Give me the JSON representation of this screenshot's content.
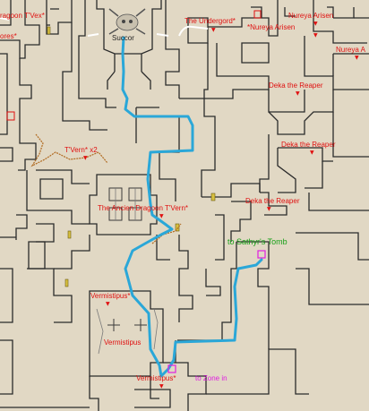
{
  "colors": {
    "background": "#e1d8c4",
    "wall": "#2b2b2b",
    "route": "#2aa7d8",
    "npc_label": "#e01010",
    "destination_label": "#18a018",
    "zone_in_label": "#e020e0",
    "rocky_path": "#b06a20"
  },
  "labels": {
    "dragoon_tvex": "ragoon T'Vex*",
    "sores": "ores*",
    "succor": "Succor",
    "undergord": "The Undergord*",
    "nureya_arisen_top": "Nureya Arisen",
    "nureya_arisen_mid": "*Nureya Arisen",
    "nureya_right": "Nureya A",
    "deka_1": "Deka the Reaper",
    "deka_2": "Deka the Reaper",
    "deka_3": "Deka the Reaper",
    "tvern_x2": "T'Vern* x2",
    "ancient_dragoon": "The Ancien Dragoon T'Vern*",
    "sathyr_tomb": "to Sathyr's Tomb",
    "vermistipus_upper": "Vermistipus*",
    "vermistipus_mid": "Vermistipus",
    "vermistipus_bottom": "Vermistipus*",
    "zone_in": "to Zone in"
  },
  "icons": {
    "spawn_arrow": "▼"
  }
}
